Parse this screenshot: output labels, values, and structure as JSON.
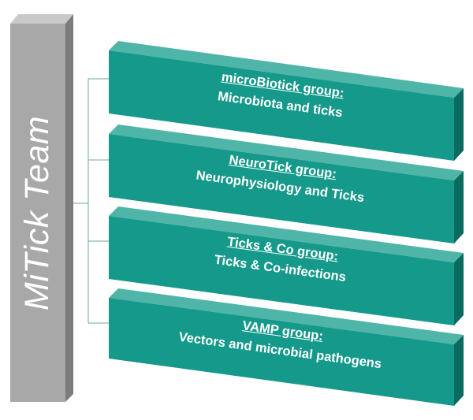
{
  "team": {
    "title": "MiTick Team"
  },
  "groups": [
    {
      "name": "microBiotick group:",
      "description": "Microbiota and ticks"
    },
    {
      "name": "NeuroTick group:",
      "description": "Neurophysiology and Ticks"
    },
    {
      "name": "Ticks & Co group:",
      "description": "Ticks & Co-infections"
    },
    {
      "name": "VAMP group:",
      "description": "Vectors and microbial pathogens"
    }
  ],
  "colors": {
    "box_face": "#15998a",
    "box_top": "#4fb5a8",
    "box_side": "#0a6b61",
    "pillar_face": "#a8a8a8",
    "pillar_top": "#c9c9c9",
    "pillar_side": "#7c7c7c",
    "connector": "#6aa89f"
  }
}
